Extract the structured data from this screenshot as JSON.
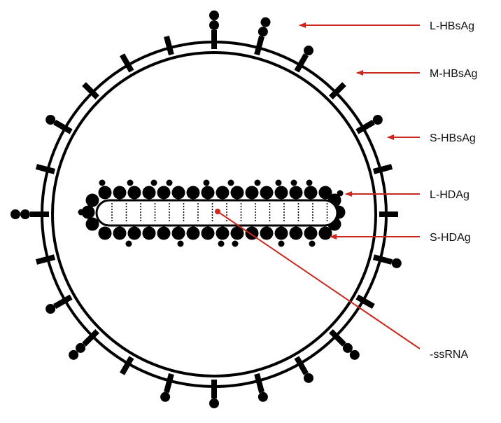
{
  "colors": {
    "ink": "#000000",
    "arrow": "#c8281e",
    "background": "#ffffff"
  },
  "labels": {
    "l_hbsag": "L-HBsAg",
    "m_hbsag": "M-HBsAg",
    "s_hbsag": "S-HBsAg",
    "l_hdag": "L-HDAg",
    "s_hdag": "S-HDAg",
    "ssrna": "-ssRNA"
  }
}
